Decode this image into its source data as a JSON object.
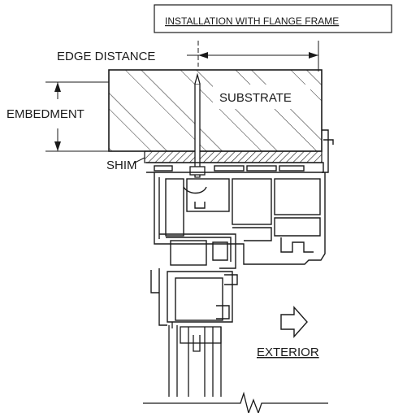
{
  "diagram": {
    "title": "INSTALLATION WITH FLANGE FRAME",
    "labels": {
      "edge_distance": "EDGE DISTANCE",
      "embedment": "EMBEDMENT",
      "substrate": "SUBSTRATE",
      "shim": "SHIM",
      "exterior": "EXTERIOR"
    },
    "icons": [
      "exterior-arrow-icon",
      "break-line-icon",
      "screw-anchor-icon"
    ]
  }
}
